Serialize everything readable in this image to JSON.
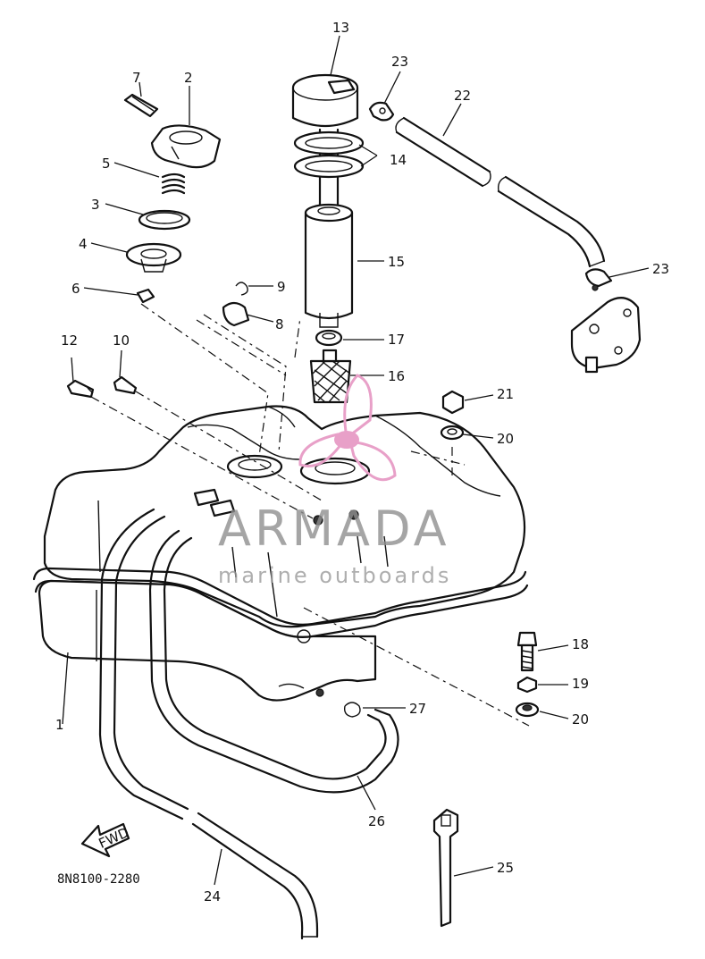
{
  "diagram": {
    "part_code": "8N8100-2280",
    "fwd_label": "FWD",
    "callouts": {
      "c1": "1",
      "c2": "2",
      "c3": "3",
      "c4": "4",
      "c5": "5",
      "c6": "6",
      "c7": "7",
      "c8": "8",
      "c9": "9",
      "c10": "10",
      "c12": "12",
      "c13": "13",
      "c14": "14",
      "c15": "15",
      "c16": "16",
      "c17": "17",
      "c18": "18",
      "c19": "19",
      "c20a": "20",
      "c20b": "20",
      "c21": "21",
      "c22": "22",
      "c23a": "23",
      "c23b": "23",
      "c24": "24",
      "c25": "25",
      "c26": "26",
      "c27": "27"
    }
  },
  "watermark": {
    "brand": "ARMADA",
    "tagline": "marine outboards",
    "logo_color": "#e8a0c8"
  }
}
